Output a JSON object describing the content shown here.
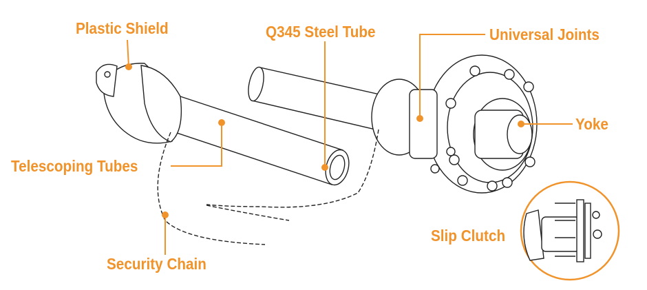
{
  "title": "PTO Drive Shaft Components",
  "accent_color": "#F0932B",
  "labels": {
    "plastic_shield": "Plastic Shield",
    "steel_tube": "Q345 Steel Tube",
    "universal_joints": "Universal Joints",
    "yoke": "Yoke",
    "telescoping_tubes": "Telescoping Tubes",
    "security_chain": "Security Chain",
    "slip_clutch": "Slip Clutch"
  }
}
